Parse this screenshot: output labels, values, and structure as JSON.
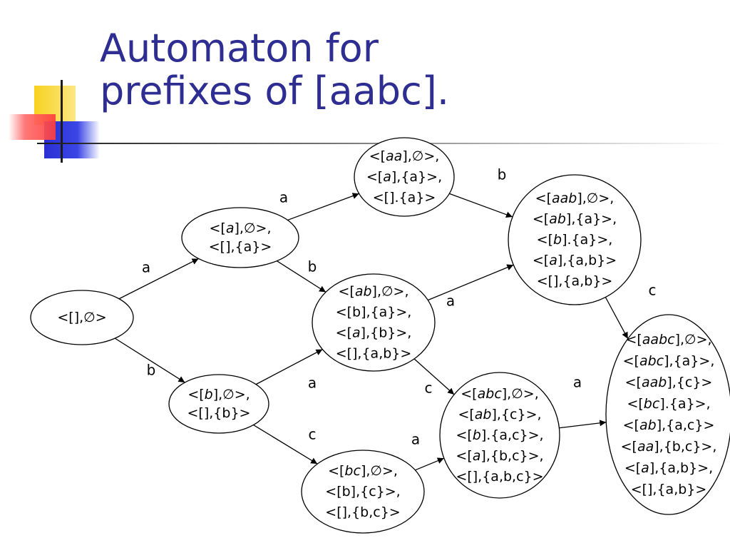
{
  "slide": {
    "title_lines": [
      "Automaton for",
      "prefixes of [aabc]."
    ]
  },
  "nodes": [
    {
      "id": "n0",
      "lines": [
        [
          {
            "t": "<[],∅>"
          }
        ]
      ]
    },
    {
      "id": "n1",
      "lines": [
        [
          {
            "t": "<["
          },
          {
            "t": "a",
            "i": true
          },
          {
            "t": "],∅>,"
          }
        ],
        [
          {
            "t": "<[],{a}>"
          }
        ]
      ]
    },
    {
      "id": "n2",
      "lines": [
        [
          {
            "t": "<["
          },
          {
            "t": "b",
            "i": true
          },
          {
            "t": "],∅>,"
          }
        ],
        [
          {
            "t": "<[],{b}>"
          }
        ]
      ]
    },
    {
      "id": "n3",
      "lines": [
        [
          {
            "t": "<["
          },
          {
            "t": "aa",
            "i": true
          },
          {
            "t": "],∅>,"
          }
        ],
        [
          {
            "t": "<["
          },
          {
            "t": "a",
            "i": true
          },
          {
            "t": "],{a}>,"
          }
        ],
        [
          {
            "t": "<[].{a}>"
          }
        ]
      ]
    },
    {
      "id": "n4",
      "lines": [
        [
          {
            "t": "<["
          },
          {
            "t": "ab",
            "i": true
          },
          {
            "t": "],∅>,"
          }
        ],
        [
          {
            "t": "<[b],{a}>,"
          }
        ],
        [
          {
            "t": "<["
          },
          {
            "t": "a",
            "i": true
          },
          {
            "t": "],{b}>,"
          }
        ],
        [
          {
            "t": "<[],{a,b}>"
          }
        ]
      ]
    },
    {
      "id": "n5",
      "lines": [
        [
          {
            "t": "<["
          },
          {
            "t": "bc",
            "i": true
          },
          {
            "t": "],∅>,"
          }
        ],
        [
          {
            "t": "<[b],{c}>,"
          }
        ],
        [
          {
            "t": "<[],{b,c}>"
          }
        ]
      ]
    },
    {
      "id": "n6",
      "lines": [
        [
          {
            "t": "<["
          },
          {
            "t": "aab",
            "i": true
          },
          {
            "t": "],∅>,"
          }
        ],
        [
          {
            "t": "<["
          },
          {
            "t": "ab",
            "i": true
          },
          {
            "t": "],{a}>,"
          }
        ],
        [
          {
            "t": "<["
          },
          {
            "t": "b",
            "i": true
          },
          {
            "t": "].{a}>,"
          }
        ],
        [
          {
            "t": "<["
          },
          {
            "t": "a",
            "i": true
          },
          {
            "t": "],{a,b}>"
          }
        ],
        [
          {
            "t": "<[],{a,b}>"
          }
        ]
      ]
    },
    {
      "id": "n7",
      "lines": [
        [
          {
            "t": "<["
          },
          {
            "t": "abc",
            "i": true
          },
          {
            "t": "],∅>,"
          }
        ],
        [
          {
            "t": "<["
          },
          {
            "t": "ab",
            "i": true
          },
          {
            "t": "],{c}>,"
          }
        ],
        [
          {
            "t": "<["
          },
          {
            "t": "b",
            "i": true
          },
          {
            "t": "].{a,c}>,"
          }
        ],
        [
          {
            "t": "<["
          },
          {
            "t": "a",
            "i": true
          },
          {
            "t": "],{b,c}>,"
          }
        ],
        [
          {
            "t": "<[],{a,b,c}>"
          }
        ]
      ]
    },
    {
      "id": "n8",
      "lines": [
        [
          {
            "t": "<["
          },
          {
            "t": "aabc",
            "i": true
          },
          {
            "t": "],∅>,"
          }
        ],
        [
          {
            "t": "<["
          },
          {
            "t": "abc",
            "i": true
          },
          {
            "t": "],{a}>,"
          }
        ],
        [
          {
            "t": "<["
          },
          {
            "t": "aab",
            "i": true
          },
          {
            "t": "],{c}>"
          }
        ],
        [
          {
            "t": "<["
          },
          {
            "t": "bc",
            "i": true
          },
          {
            "t": "].{a}>,"
          }
        ],
        [
          {
            "t": "<["
          },
          {
            "t": "ab",
            "i": true
          },
          {
            "t": "],{a,c}>"
          }
        ],
        [
          {
            "t": "<["
          },
          {
            "t": "aa",
            "i": true
          },
          {
            "t": "],{b,c}>,"
          }
        ],
        [
          {
            "t": "<["
          },
          {
            "t": "a",
            "i": true
          },
          {
            "t": "],{a,b}>,"
          }
        ],
        [
          {
            "t": "<[],{a,b}>"
          }
        ]
      ]
    }
  ],
  "edges": [
    {
      "from": "n0",
      "to": "n1",
      "label": "a"
    },
    {
      "from": "n0",
      "to": "n2",
      "label": "b"
    },
    {
      "from": "n1",
      "to": "n3",
      "label": "a"
    },
    {
      "from": "n1",
      "to": "n4",
      "label": "b"
    },
    {
      "from": "n2",
      "to": "n4",
      "label": "a"
    },
    {
      "from": "n2",
      "to": "n5",
      "label": "c"
    },
    {
      "from": "n3",
      "to": "n6",
      "label": "b"
    },
    {
      "from": "n4",
      "to": "n6",
      "label": "a"
    },
    {
      "from": "n4",
      "to": "n7",
      "label": "c"
    },
    {
      "from": "n5",
      "to": "n7",
      "label": "a"
    },
    {
      "from": "n6",
      "to": "n8",
      "label": "c"
    },
    {
      "from": "n7",
      "to": "n8",
      "label": "a"
    }
  ],
  "colors": {
    "title": "#2e2d91",
    "deco_yellow": "#f7d21e",
    "deco_blue": "#2a2fd4",
    "deco_red": "#ff4a4a"
  }
}
